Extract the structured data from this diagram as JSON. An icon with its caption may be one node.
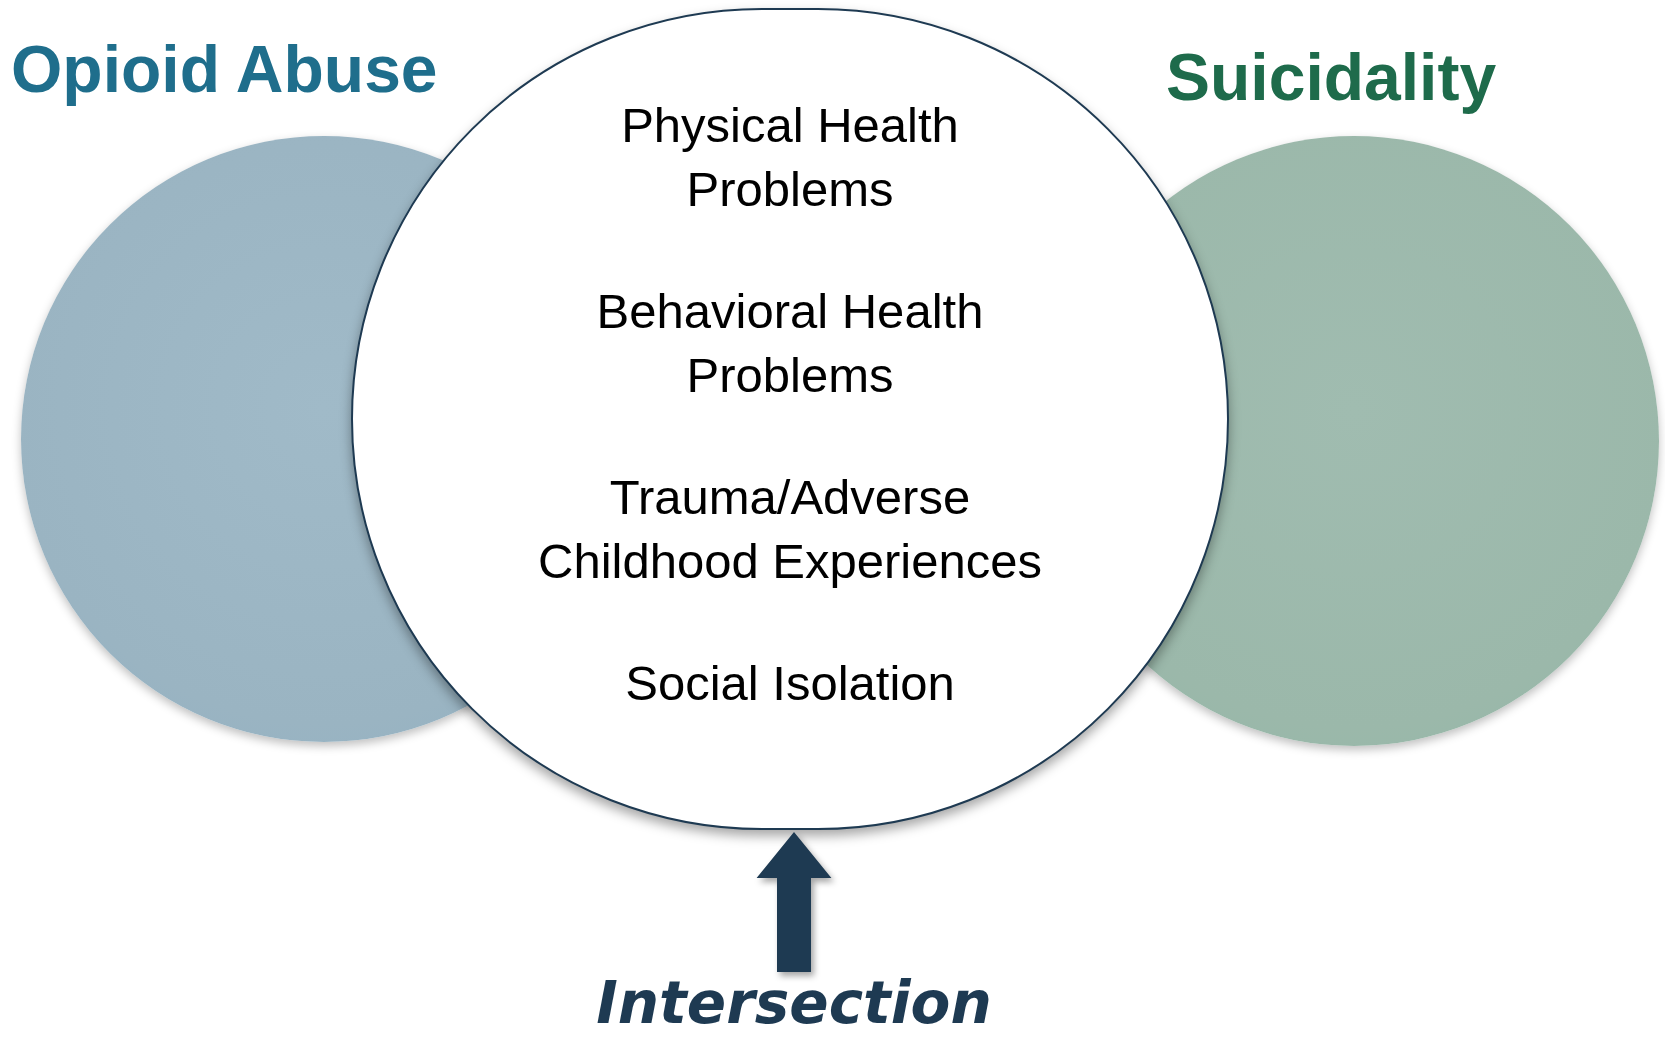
{
  "diagram": {
    "nodes": [
      {
        "text": [
          "Opioid Abuse"
        ]
      },
      {
        "text": [
          "Physical Health Problems",
          "Behavioral Health Problems",
          "Trauma/Adverse Childhood Experiences",
          "Social Isolation"
        ]
      },
      {
        "text": [
          "Suicidality"
        ]
      },
      {
        "text": [
          "Intersection"
        ]
      }
    ],
    "edges": [
      {
        "from": 3,
        "to": 1,
        "arrow": "to",
        "style": "thick"
      }
    ]
  }
}
